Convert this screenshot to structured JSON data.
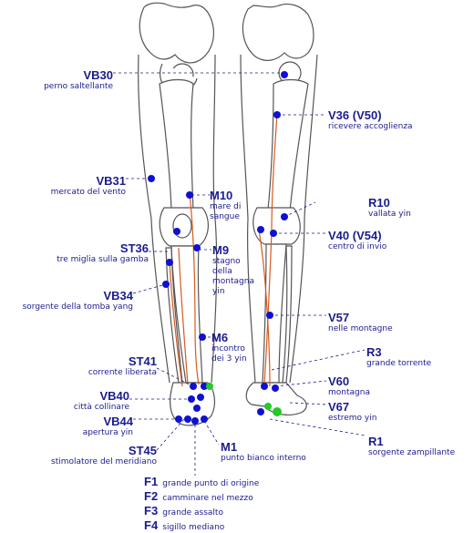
{
  "colors": {
    "label": "#1b1b8f",
    "point": "#1010d0",
    "green_point": "#22cc22",
    "meridian": "#d65a1e",
    "bone_line": "#555555"
  },
  "labels": {
    "VB30": {
      "code": "VB30",
      "desc": "perno saltellante"
    },
    "VB31": {
      "code": "VB31",
      "desc": "mercato del vento"
    },
    "ST36": {
      "code": "ST36",
      "desc": "tre miglia sulla gamba"
    },
    "VB34": {
      "code": "VB34",
      "desc": "sorgente della tomba yang"
    },
    "ST41": {
      "code": "ST41",
      "desc": "corrente liberata"
    },
    "VB40": {
      "code": "VB40",
      "desc": "città collinare"
    },
    "VB44": {
      "code": "VB44",
      "desc": "apertura yin"
    },
    "ST45": {
      "code": "ST45",
      "desc": "stimolatore del meridiano"
    },
    "M10": {
      "code": "M10",
      "desc1": "mare di",
      "desc2": "sangue"
    },
    "M9": {
      "code": "M9",
      "desc1": "stagno",
      "desc2": "della",
      "desc3": "montagna",
      "desc4": "yin"
    },
    "M6": {
      "code": "M6",
      "desc1": "incontro",
      "desc2": "dei 3 yin"
    },
    "M1": {
      "code": "M1",
      "desc": "punto bianco interno"
    },
    "F1": {
      "code": "F1",
      "desc": "grande punto di origine"
    },
    "F2": {
      "code": "F2",
      "desc": "camminare nel mezzo"
    },
    "F3": {
      "code": "F3",
      "desc": "grande assalto"
    },
    "F4": {
      "code": "F4",
      "desc": "sigillo mediano"
    },
    "V36": {
      "code": "V36 (V50)",
      "desc": "ricevere accoglienza"
    },
    "R10": {
      "code": "R10",
      "desc": "vallata yin"
    },
    "V40": {
      "code": "V40 (V54)",
      "desc": "centro di invio"
    },
    "V57": {
      "code": "V57",
      "desc": "nelle montagne"
    },
    "R3": {
      "code": "R3",
      "desc": "grande torrente"
    },
    "V60": {
      "code": "V60",
      "desc": "montagna"
    },
    "V67": {
      "code": "V67",
      "desc": "estremo yin"
    },
    "R1": {
      "code": "R1",
      "desc": "sorgente zampillante"
    }
  }
}
